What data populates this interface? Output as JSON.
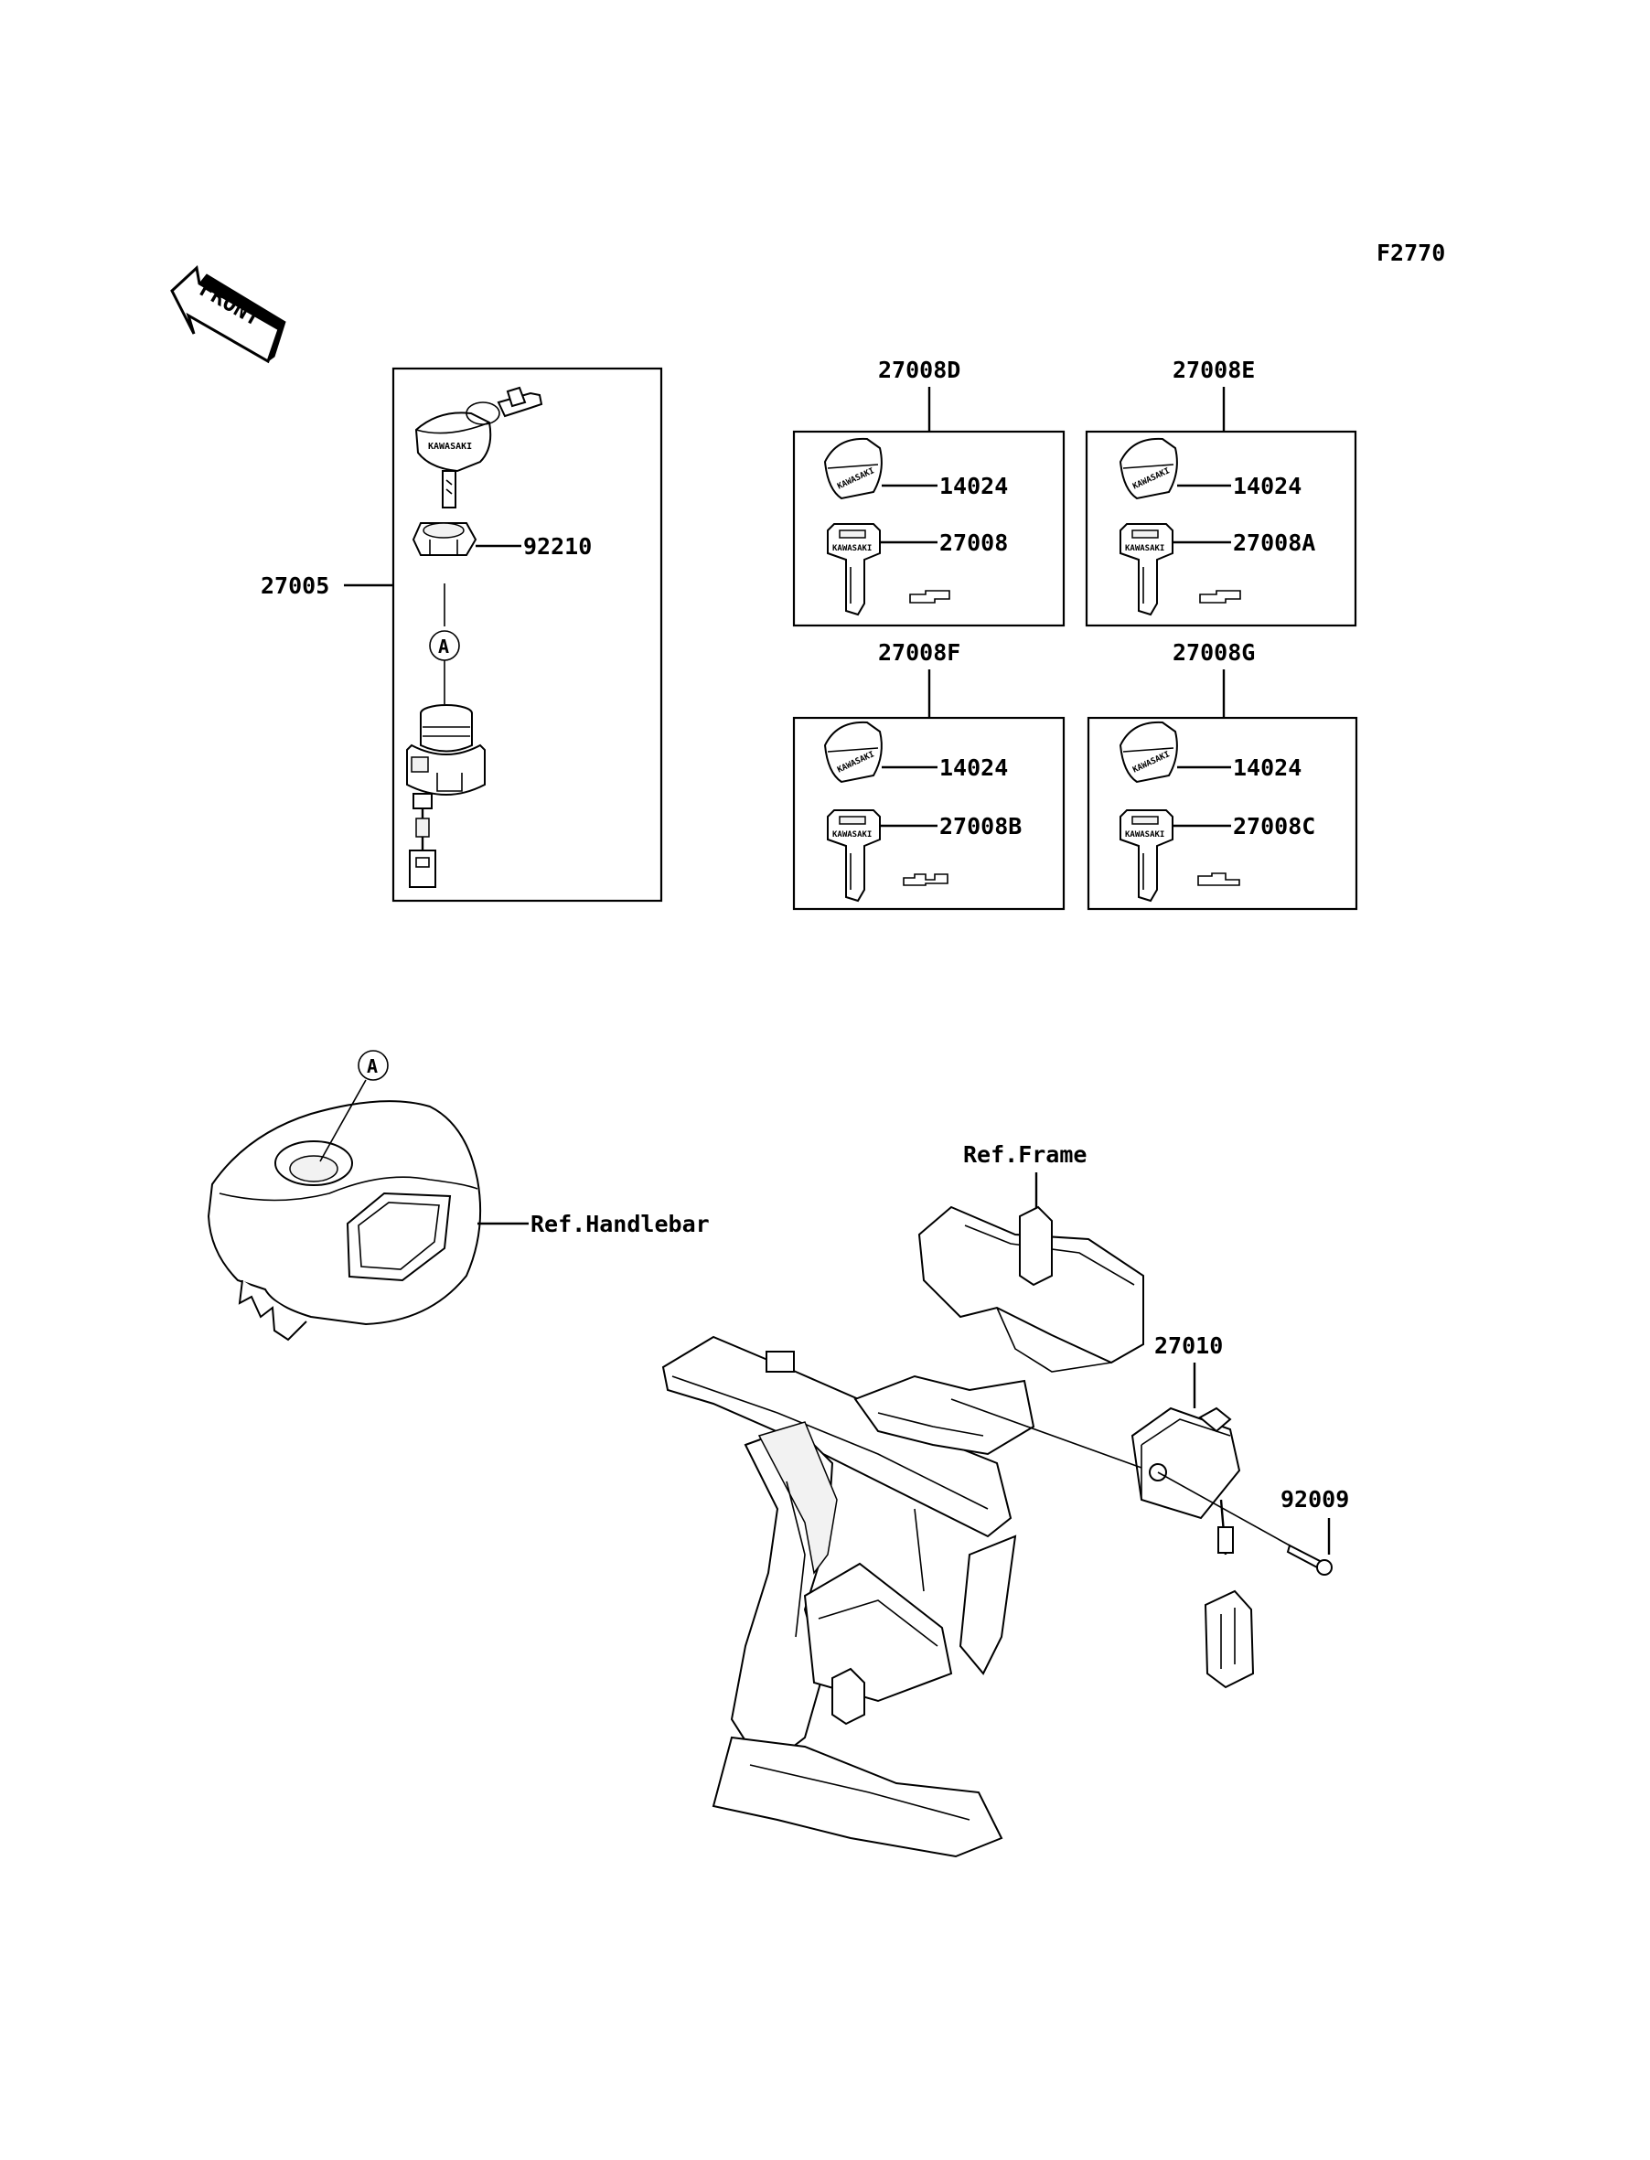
{
  "diagram_code": "F2770",
  "front_arrow_label": "FRONT",
  "switch_assembly": {
    "part_number": "27005",
    "nut_label": "92210",
    "ref_marker": "A"
  },
  "key_sets": [
    {
      "set_number": "27008D",
      "cap_label": "14024",
      "key_label": "27008"
    },
    {
      "set_number": "27008E",
      "cap_label": "14024",
      "key_label": "27008A"
    },
    {
      "set_number": "27008F",
      "cap_label": "14024",
      "key_label": "27008B"
    },
    {
      "set_number": "27008G",
      "cap_label": "14024",
      "key_label": "27008C"
    }
  ],
  "handlebar": {
    "ref_marker": "A",
    "label": "Ref.Handlebar"
  },
  "frame": {
    "label": "Ref.Frame",
    "module_label": "27010",
    "screw_label": "92009"
  }
}
